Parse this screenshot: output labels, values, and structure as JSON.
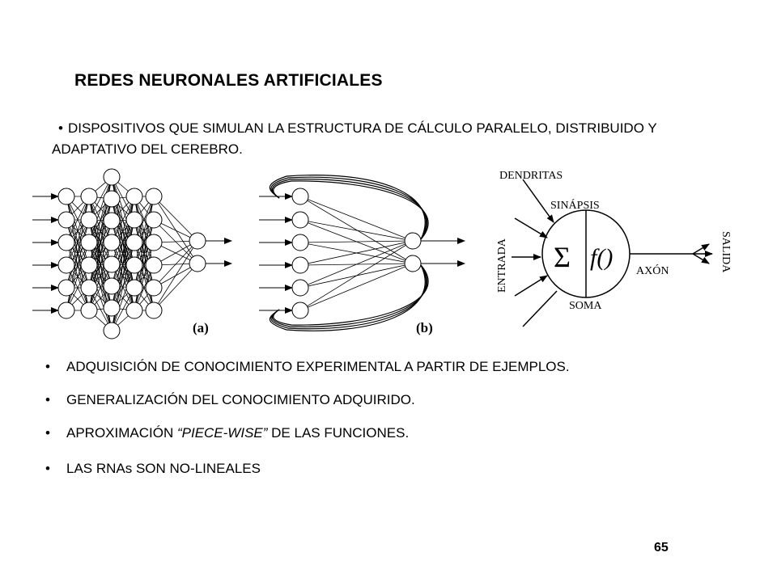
{
  "title": "REDES NEURONALES ARTIFICIALES",
  "intro": {
    "bullet": "•",
    "text": "DISPOSITIVOS QUE SIMULAN LA ESTRUCTURA DE CÁLCULO PARALELO, DISTRIBUIDO Y ADAPTATIVO DEL CEREBRO."
  },
  "figure": {
    "label_a": "(a)",
    "label_b": "(b)",
    "neuron": {
      "dendritas": "DENDRITAS",
      "sinapsis": "SINÁPSIS",
      "entrada": "ENTRADA",
      "sigma": "Σ",
      "func": "f()",
      "axon": "AXÓN",
      "soma": "SOMA",
      "salida": "SALIDA"
    }
  },
  "bullets": [
    {
      "text": "ADQUISICIÓN DE CONOCIMIENTO EXPERIMENTAL A PARTIR DE EJEMPLOS."
    },
    {
      "text": "GENERALIZACIÓN DEL CONOCIMIENTO ADQUIRIDO."
    },
    {
      "pre": "APROXIMACIÓN ",
      "em": "“PIECE-WISE”",
      "post": " DE LAS FUNCIONES."
    },
    {
      "text": "LAS RNAs SON NO-LINEALES"
    }
  ],
  "bullet_symbol": "•",
  "page_number": "65"
}
